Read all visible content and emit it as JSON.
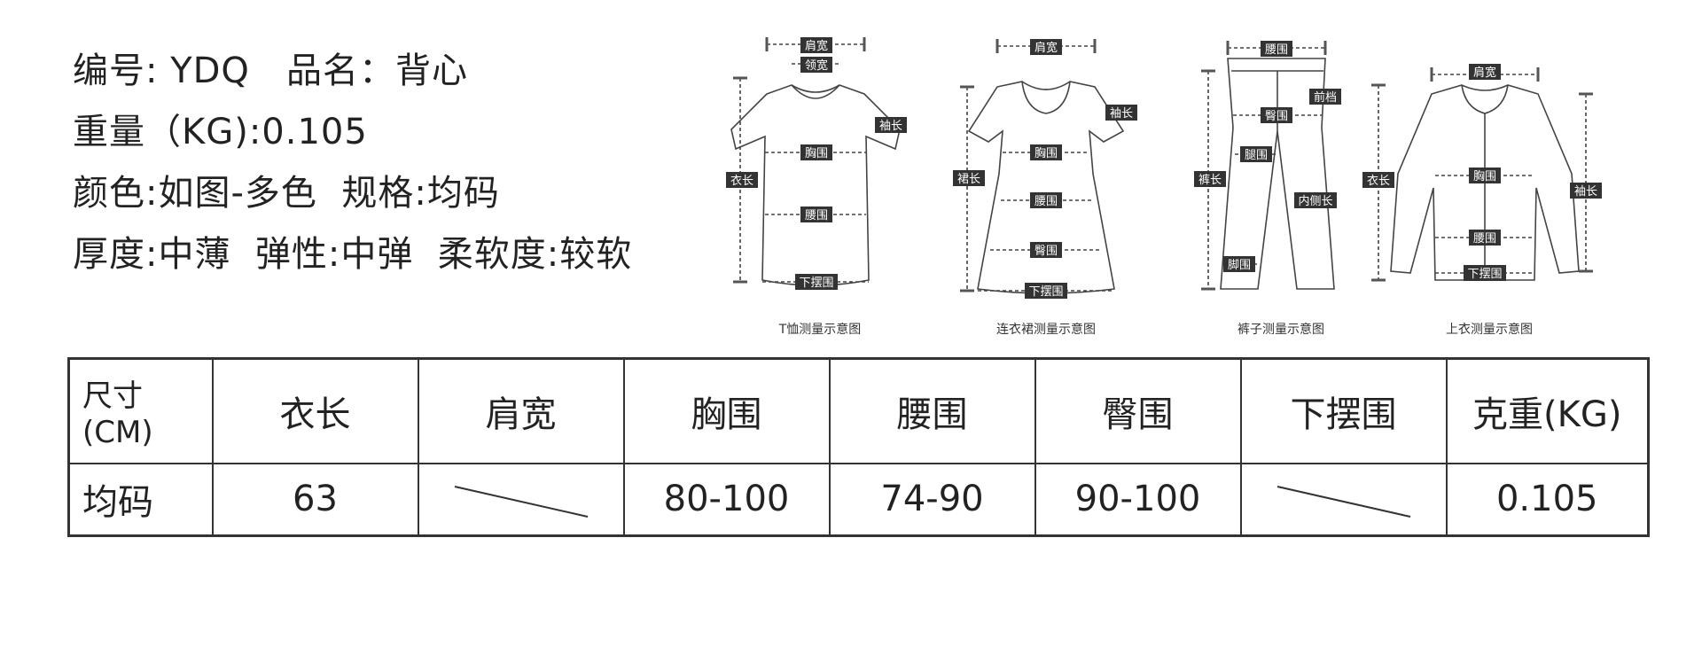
{
  "info": {
    "line1": "编号: YDQ   品名：背心",
    "line2": "重量（KG):0.105",
    "line3": "颜色:如图-多色  规格:均码",
    "line4": "厚度:中薄  弹性:中弹  柔软度:较软"
  },
  "diagrams": {
    "tshirt": {
      "caption": "T恤测量示意图",
      "labels": {
        "shoulder": "肩宽",
        "neck": "领宽",
        "sleeve": "袖长",
        "chest": "胸围",
        "length": "衣长",
        "waist": "腰围",
        "hem": "下摆围"
      }
    },
    "dress": {
      "caption": "连衣裙测量示意图",
      "labels": {
        "shoulder": "肩宽",
        "sleeve": "袖长",
        "chest": "胸围",
        "length": "裙长",
        "waist": "腰围",
        "hip": "臀围",
        "hem": "下摆围"
      }
    },
    "pants": {
      "caption": "裤子测量示意图",
      "labels": {
        "waist": "腰围",
        "rise": "前档",
        "hip": "臀围",
        "thigh": "腿围",
        "length": "裤长",
        "inseam": "内侧长",
        "leg": "脚围"
      }
    },
    "top": {
      "caption": "上衣测量示意图",
      "labels": {
        "shoulder": "肩宽",
        "length": "衣长",
        "chest": "胸围",
        "sleeve": "袖长",
        "waist": "腰围",
        "hem": "下摆围"
      }
    }
  },
  "table": {
    "headers": [
      "尺寸(CM)",
      "衣长",
      "肩宽",
      "胸围",
      "腰围",
      "臀围",
      "下摆围",
      "克重(KG)"
    ],
    "row": [
      "均码",
      "63",
      "",
      "80-100",
      "74-90",
      "90-100",
      "",
      "0.105"
    ]
  }
}
